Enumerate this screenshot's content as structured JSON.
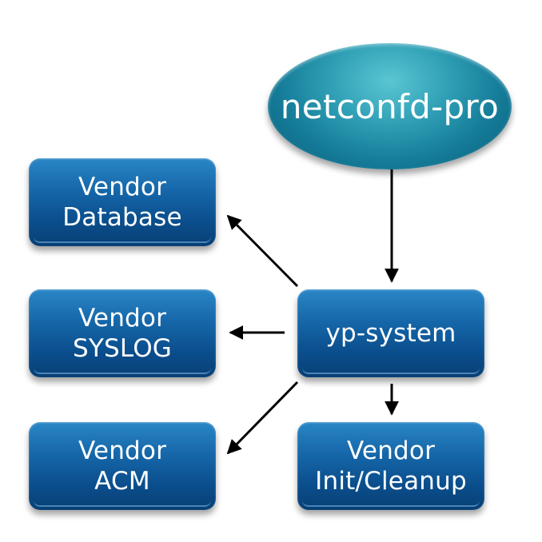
{
  "diagram": {
    "root": {
      "label": "netconfd-pro"
    },
    "hub": {
      "label": "yp-system"
    },
    "vendor_database": {
      "line1": "Vendor",
      "line2": "Database"
    },
    "vendor_syslog": {
      "line1": "Vendor",
      "line2": "SYSLOG"
    },
    "vendor_acm": {
      "line1": "Vendor",
      "line2": "ACM"
    },
    "vendor_init": {
      "line1": "Vendor",
      "line2": "Init/Cleanup"
    },
    "colors": {
      "box_top": "#2a86c6",
      "box_bottom": "#083f74",
      "ellipse_center": "#5ac6d2",
      "ellipse_edge": "#0c5f7b",
      "arrow": "#000000",
      "text": "#ffffff"
    },
    "edges": [
      {
        "from": "netconfd-pro",
        "to": "yp-system"
      },
      {
        "from": "yp-system",
        "to": "Vendor Database"
      },
      {
        "from": "yp-system",
        "to": "Vendor SYSLOG"
      },
      {
        "from": "yp-system",
        "to": "Vendor ACM"
      },
      {
        "from": "yp-system",
        "to": "Vendor Init/Cleanup"
      }
    ]
  }
}
